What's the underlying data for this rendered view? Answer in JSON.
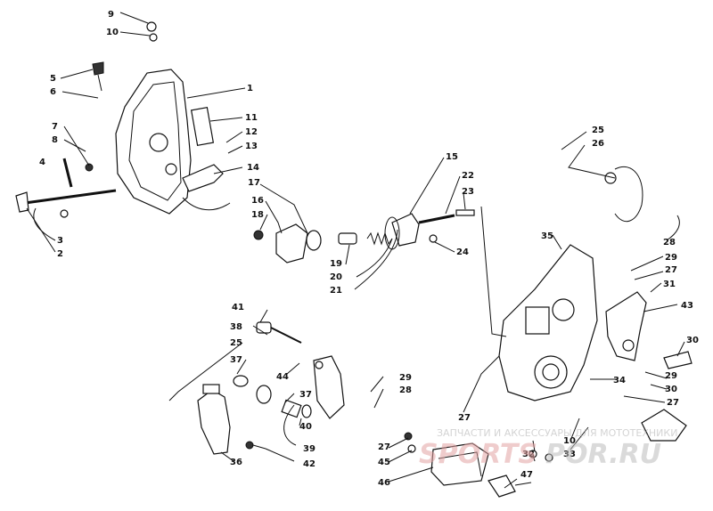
{
  "watermark": {
    "line1": "ЗАПЧАСТИ И АКСЕССУАРЫ ДЛЯ МОТОТЕХНИКИ",
    "brand_left": "SPORTS",
    "brand_right": "POR.RU"
  },
  "callouts": {
    "c1": "1",
    "c2": "2",
    "c3": "3",
    "c4": "4",
    "c5": "5",
    "c6": "6",
    "c7": "7",
    "c8": "8",
    "c9": "9",
    "c10": "10",
    "c11": "11",
    "c12": "12",
    "c13": "13",
    "c14": "14",
    "c15": "15",
    "c16": "16",
    "c17": "17",
    "c18": "18",
    "c19": "19",
    "c20": "20",
    "c21": "21",
    "c22": "22",
    "c23": "23",
    "c24": "24",
    "c25": "25",
    "c26": "26",
    "c27": "27",
    "c28": "28",
    "c29": "29",
    "c30": "30",
    "c31": "31",
    "c32": "32",
    "c33": "33",
    "c34": "34",
    "c35": "35",
    "c36": "36",
    "c37": "37",
    "c38": "38",
    "c39": "39",
    "c40": "40",
    "c41": "41",
    "c42": "42",
    "c43": "43",
    "c44": "44",
    "c45": "45",
    "c46": "46",
    "c47": "47"
  }
}
